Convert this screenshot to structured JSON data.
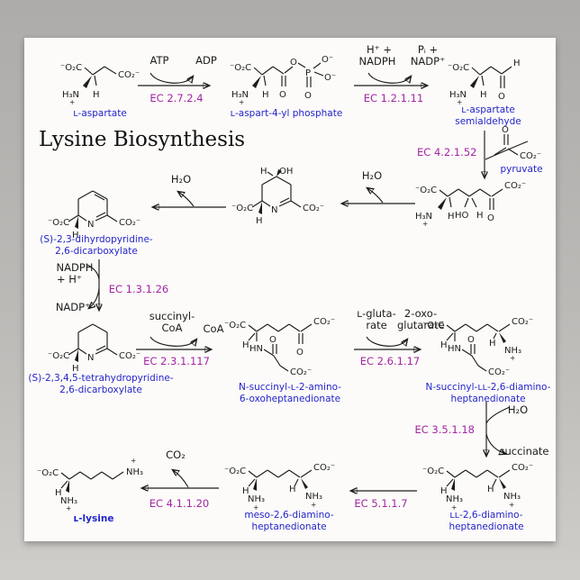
{
  "colors": {
    "bg_top": "#aeacaa",
    "bg_bottom": "#cfcdc9",
    "poster": "#fcfbf9",
    "label_blue": "#2424cc",
    "ec_purple": "#a326a3"
  },
  "title": "Lysine Biosynthesis",
  "atoms": {
    "o2c": "⁻O₂C",
    "co2": "CO₂⁻",
    "h3n": "H₃N",
    "nh3": "NH₃",
    "plus": "+",
    "h": "H",
    "o": "O",
    "oh": "OH",
    "ho": "HO",
    "n": "N",
    "hn": "HN",
    "p": "P",
    "om": "O⁻"
  },
  "compounds": {
    "aspartate": {
      "label": "ʟ-aspartate"
    },
    "aspartyl_phosphate": {
      "label": "ʟ-aspart-4-yl phosphate"
    },
    "semialdehyde": {
      "label_line1": "ʟ-aspartate",
      "label_line2": "semialdehyde"
    },
    "pyruvate": {
      "label": "pyruvate"
    },
    "dihydropyridine": {
      "label_line1": "(S)-2,3-dihyrdopyridine-",
      "label_line2": "2,6-dicarboxylate"
    },
    "tetrahydropyridine": {
      "label_line1": "(S)-2,3,4,5-tetrahydropyridine-",
      "label_line2": "2,6-dicarboxylate"
    },
    "succinyl_amino_oxo": {
      "label_line1": "N-succinyl-ʟ-2-amino-",
      "label_line2": "6-oxoheptanedionate"
    },
    "succinyl_diamino": {
      "label_line1": "N-succinyl-ʟʟ-2,6-diamino-",
      "label_line2": "heptanedionate"
    },
    "ll_diamino": {
      "label_line1": "ʟʟ-2,6-diamino-",
      "label_line2": "heptanedionate"
    },
    "meso_diamino": {
      "label_line1": "meso-2,6-diamino-",
      "label_line2": "heptanedionate"
    },
    "lysine": {
      "label": "ʟ-lysine"
    }
  },
  "reactions": {
    "kinase": {
      "ec": "EC 2.7.2.4",
      "in": "ATP",
      "out": "ADP"
    },
    "dehydrogenase": {
      "ec": "EC 1.2.1.11",
      "in_line1": "H⁺ +",
      "in_line2": "NADPH",
      "out_line1": "Pᵢ +",
      "out_line2": "NADP⁺"
    },
    "synthase": {
      "ec": "EC 4.2.1.52"
    },
    "water_loss_1": {
      "out": "H₂O"
    },
    "water_loss_2": {
      "out": "H₂O"
    },
    "reductase": {
      "ec": "EC 1.3.1.26",
      "in_line1": "NADPH",
      "in_line2": "+ H⁺",
      "out": "NADP⁺"
    },
    "succinyltransferase": {
      "ec": "EC 2.3.1.117",
      "in_line1": "succinyl-",
      "in_line2": "CoA",
      "out": "CoA"
    },
    "aminotransferase": {
      "ec": "EC 2.6.1.17",
      "in_line1": "ʟ-gluta-",
      "in_line2": "rate",
      "out_line1": "2-oxo-",
      "out_line2": "glutarate"
    },
    "desuccinylase": {
      "ec": "EC 3.5.1.18",
      "in": "H₂O",
      "out": "succinate"
    },
    "epimerase": {
      "ec": "EC 5.1.1.7"
    },
    "decarboxylase": {
      "ec": "EC 4.1.1.20",
      "out": "CO₂"
    }
  }
}
